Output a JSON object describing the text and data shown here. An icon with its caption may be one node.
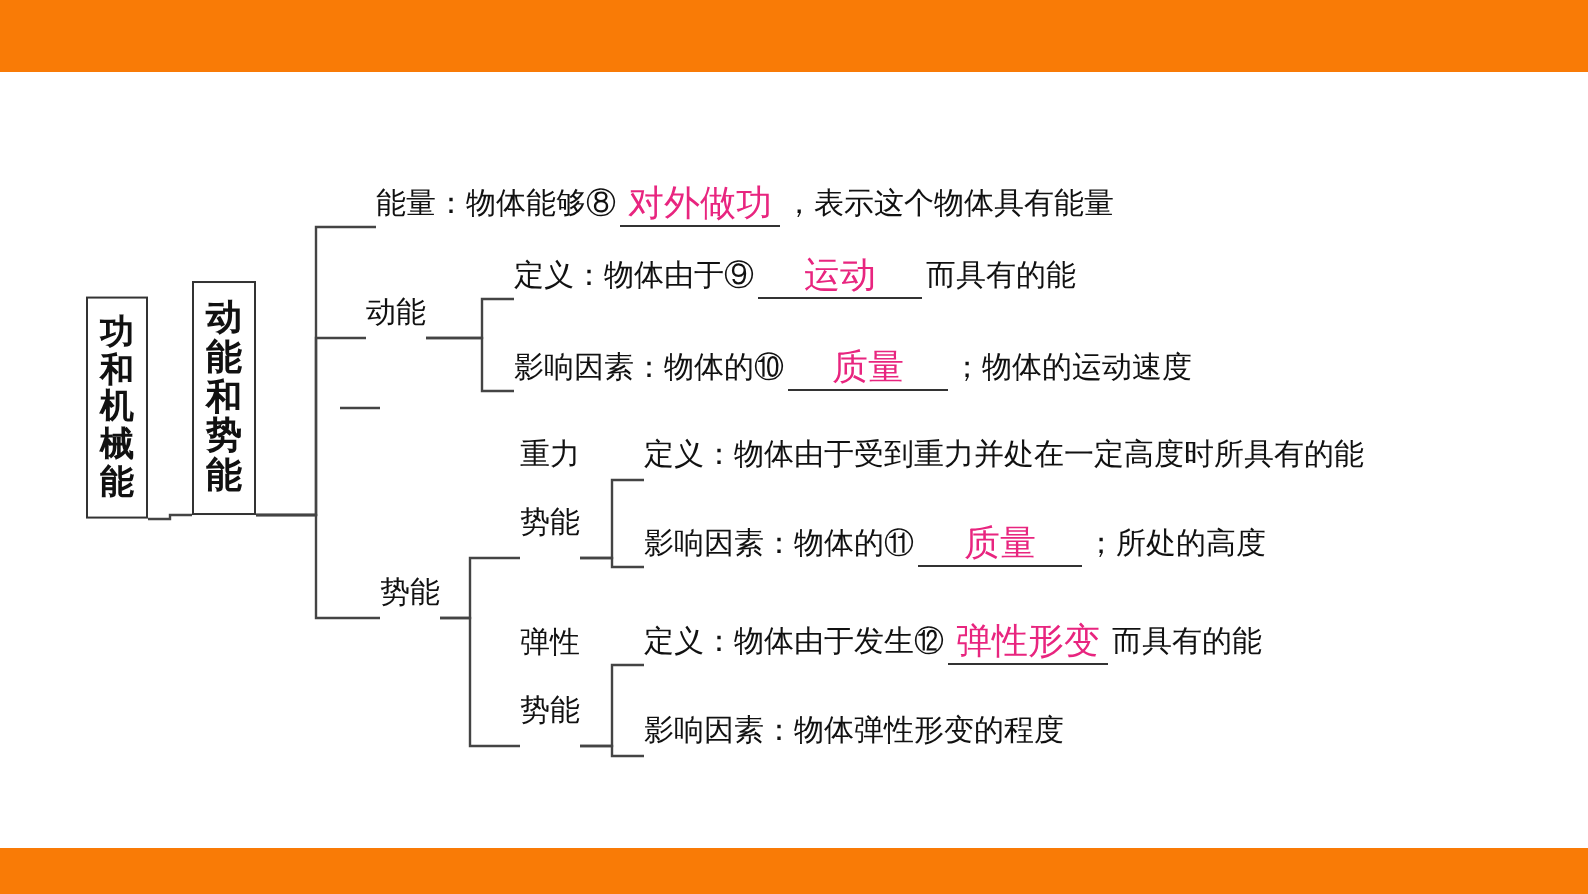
{
  "diagram": {
    "nodes": [
      {
        "text": [
          "功和机械能"
        ]
      },
      {
        "text": [
          "动能和势能"
        ]
      },
      {
        "text": [
          "能量：物体能够⑧",
          "对外做功",
          "，表示这个物体具有能量"
        ]
      },
      {
        "text": [
          "动能"
        ]
      },
      {
        "text": [
          "定义：物体由于⑨",
          "运动",
          "而具有的能"
        ]
      },
      {
        "text": [
          "影响因素：物体的⑩",
          "质量",
          "；物体的运动速度"
        ]
      },
      {
        "text": [
          "势能"
        ]
      },
      {
        "text": [
          "重力势能"
        ]
      },
      {
        "text": [
          "定义：物体由于受到重力并处在一定高度时所具有的能"
        ]
      },
      {
        "text": [
          "影响因素：物体的⑪",
          "质量",
          "；所处的高度"
        ]
      },
      {
        "text": [
          "弹性势能"
        ]
      },
      {
        "text": [
          "定义：物体由于发生⑫",
          "弹性形变",
          "而具有的能"
        ]
      },
      {
        "text": [
          "影响因素：物体弹性形变的程度"
        ]
      }
    ],
    "edges": [
      {
        "from": 0,
        "to": 1,
        "arrow": "none"
      },
      {
        "from": 1,
        "to": 2,
        "arrow": "none"
      },
      {
        "from": 1,
        "to": 3,
        "arrow": "none"
      },
      {
        "from": 1,
        "to": 6,
        "arrow": "none"
      },
      {
        "from": 3,
        "to": 4,
        "arrow": "none"
      },
      {
        "from": 3,
        "to": 5,
        "arrow": "none"
      },
      {
        "from": 6,
        "to": 7,
        "arrow": "none"
      },
      {
        "from": 6,
        "to": 10,
        "arrow": "none"
      },
      {
        "from": 7,
        "to": 8,
        "arrow": "none"
      },
      {
        "from": 7,
        "to": 9,
        "arrow": "none"
      },
      {
        "from": 10,
        "to": 11,
        "arrow": "none"
      },
      {
        "from": 10,
        "to": 12,
        "arrow": "none"
      }
    ]
  }
}
